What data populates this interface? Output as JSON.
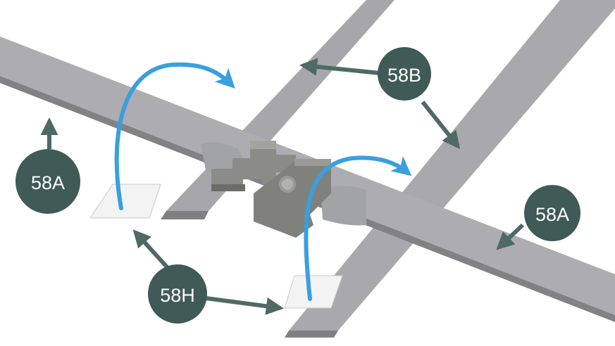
{
  "callouts": {
    "strap_a_left": "58A",
    "strap_a_right": "58A",
    "strap_b": "58B",
    "tab_h": "58H"
  },
  "colors": {
    "callout_fill": "#3f5a57",
    "callout_arrow": "#4f6966",
    "motion_arrow": "#3a9fde",
    "strap": "#a9a9ad",
    "strap_edge": "#818186",
    "buckle": "#8a8b86",
    "tab": "#f2f2f2"
  }
}
